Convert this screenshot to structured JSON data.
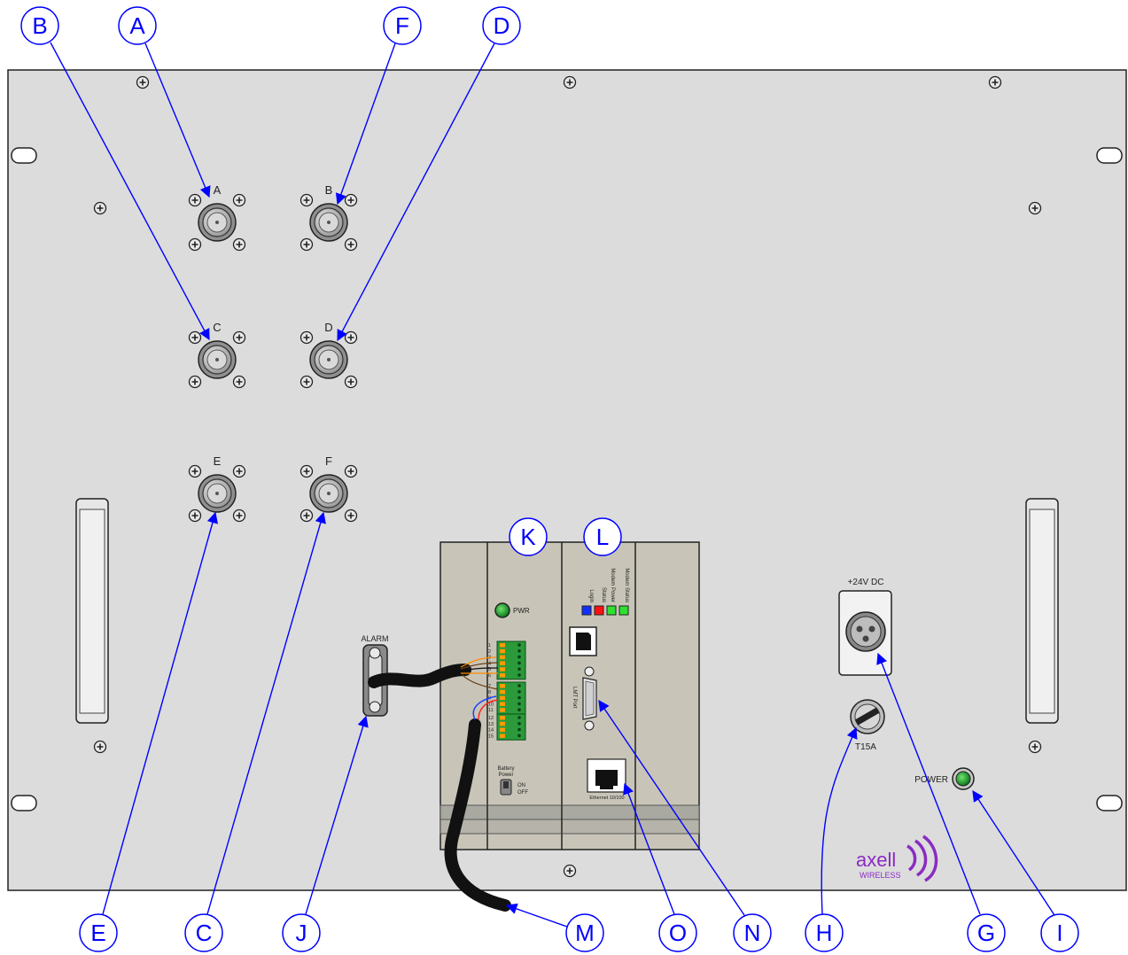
{
  "callouts": {
    "A": "A",
    "B": "B",
    "C": "C",
    "D": "D",
    "E": "E",
    "F": "F",
    "G": "G",
    "H": "H",
    "I": "I",
    "J": "J",
    "K": "K",
    "L": "L",
    "M": "M",
    "N": "N",
    "O": "O"
  },
  "ports": {
    "A": "A",
    "B": "B",
    "C": "C",
    "D": "D",
    "E": "E",
    "F": "F"
  },
  "labels": {
    "alarm": "ALARM",
    "pwr": "PWR",
    "battery_power_1": "Battery",
    "battery_power_2": "Power",
    "on": "ON",
    "off": "OFF",
    "led_login": "Login",
    "led_modem_power_1": "Modem Power",
    "led_modem_power_2": "Status",
    "led_modem_status": "Modem Status",
    "lmt_port": "LMT Port",
    "ethernet": "Ethernet 10/100",
    "dc_input": "+24V DC",
    "fuse": "T15A",
    "power": "POWER",
    "brand": "axell",
    "brand_sub": "WIRELESS"
  },
  "terminal_numbers": [
    "1",
    "2",
    "3",
    "4",
    "5",
    "6",
    "7",
    "8",
    "9",
    "10",
    "11",
    "12",
    "13",
    "14",
    "15"
  ],
  "colors": {
    "callout": "#0000ff",
    "panel": "#dcdcdc",
    "module": "#c8c5b8",
    "brand": "#8a2bc2",
    "led_login": "#1030ff",
    "led_modem_power": "#ff1010",
    "led_modem_status": "#30e030",
    "terminal": "#2a9a3a"
  }
}
